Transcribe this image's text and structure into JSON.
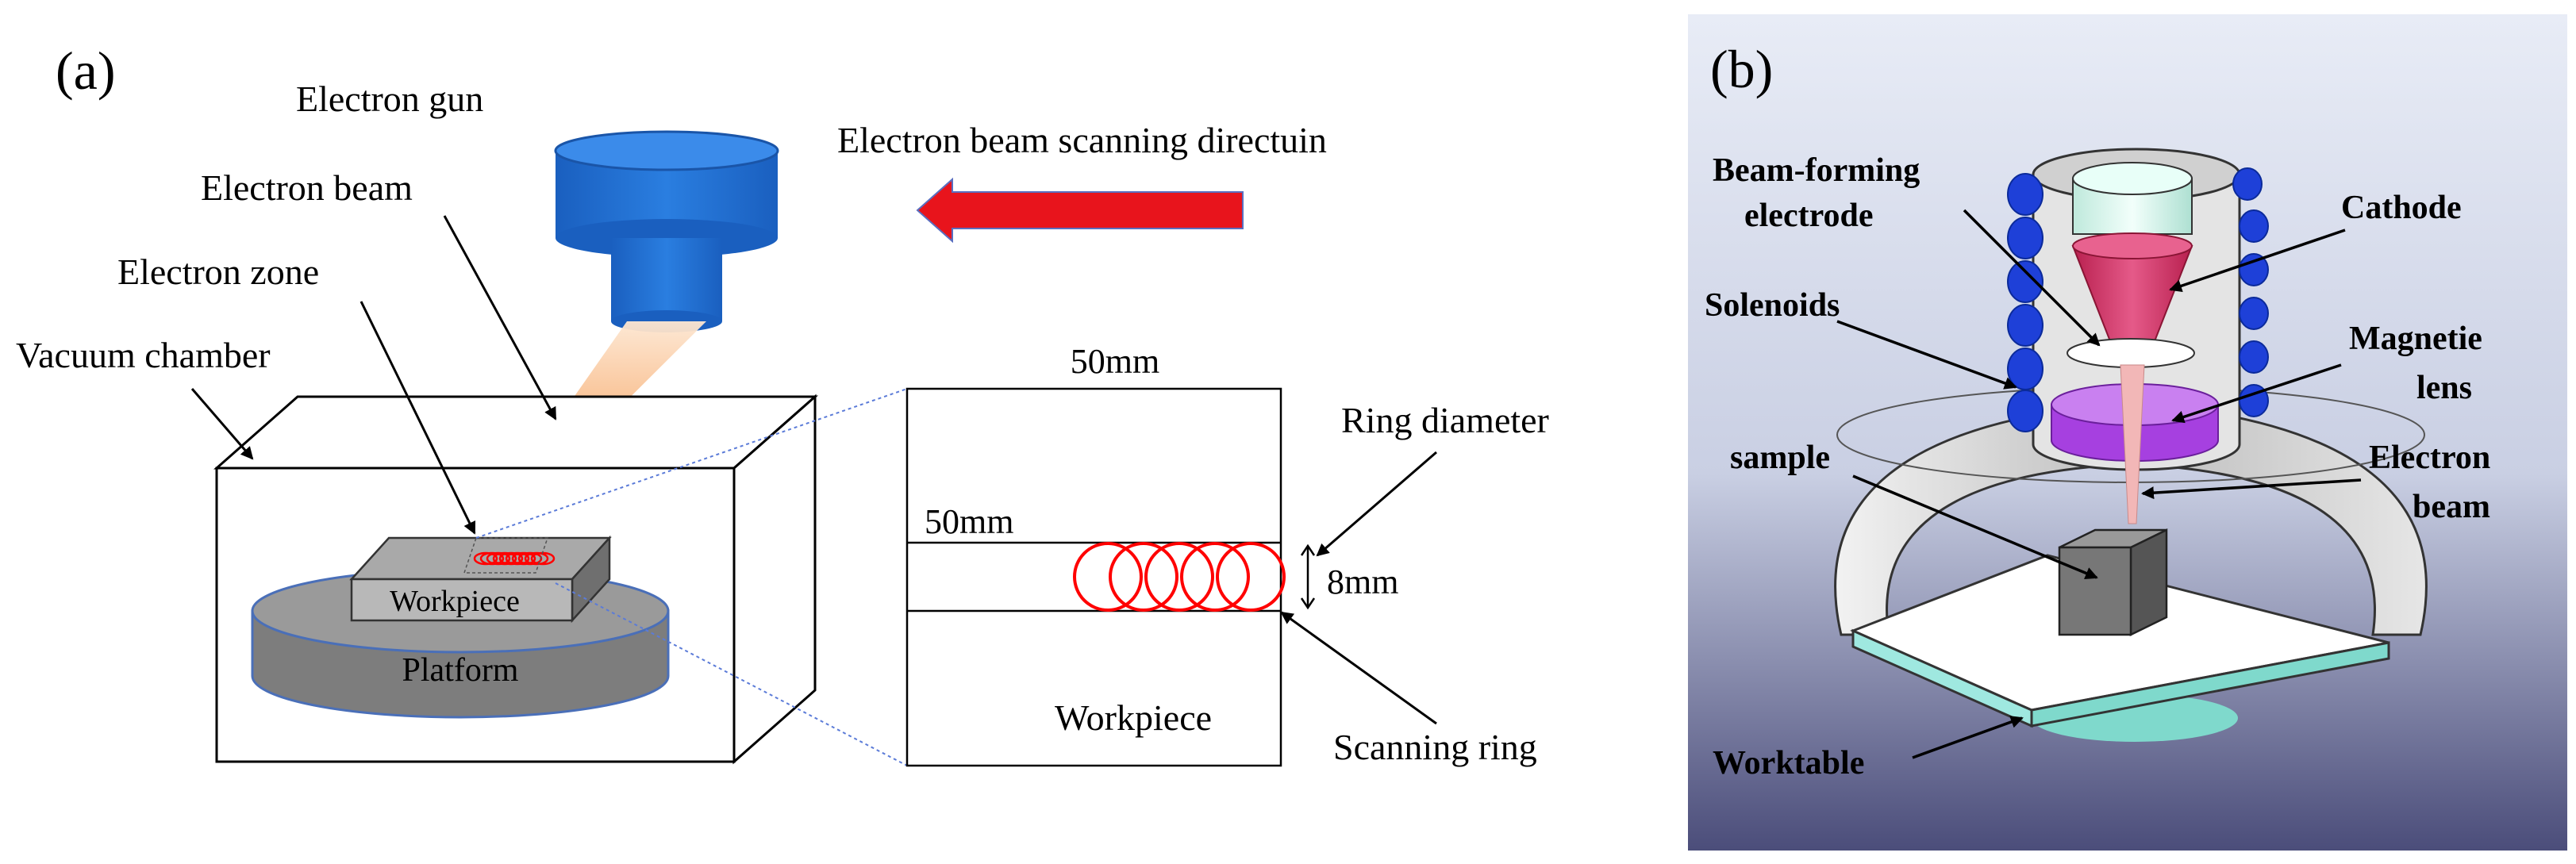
{
  "panel_a": {
    "label": "(a)",
    "labels": {
      "electron_gun": "Electron gun",
      "electron_beam": "Electron beam",
      "electron_zone": "Electron zone",
      "vacuum_chamber": "Vacuum chamber",
      "workpiece": "Workpiece",
      "platform": "Platform",
      "scan_direction": "Electron beam scanning directuin"
    },
    "detail": {
      "width_top": "50mm",
      "width_mid": "50mm",
      "ring_diameter": "Ring diameter",
      "gap": "8mm",
      "workpiece": "Workpiece",
      "scanning_ring": "Scanning ring"
    }
  },
  "panel_b": {
    "label": "(b)",
    "labels": {
      "beam_forming_1": "Beam-forming",
      "beam_forming_2": "electrode",
      "cathode": "Cathode",
      "solenoids": "Solenoids",
      "magnetic_1": "Magnetie",
      "magnetic_2": "lens",
      "sample": "sample",
      "electron_beam_1": "Electron",
      "electron_beam_2": "beam",
      "worktable": "Worktable"
    }
  },
  "colors": {
    "gun_blue": "#1f6fd1",
    "arrow_red": "#e8141c",
    "ring_red": "#ff0000",
    "platform_gray": "#7f7f7f",
    "beam_orange": "#f4a261",
    "cathode_pink": "#d63b6e",
    "lens_purple": "#a640e0",
    "coil_blue": "#1e40d8",
    "worktable_teal": "#9fe8e0"
  }
}
